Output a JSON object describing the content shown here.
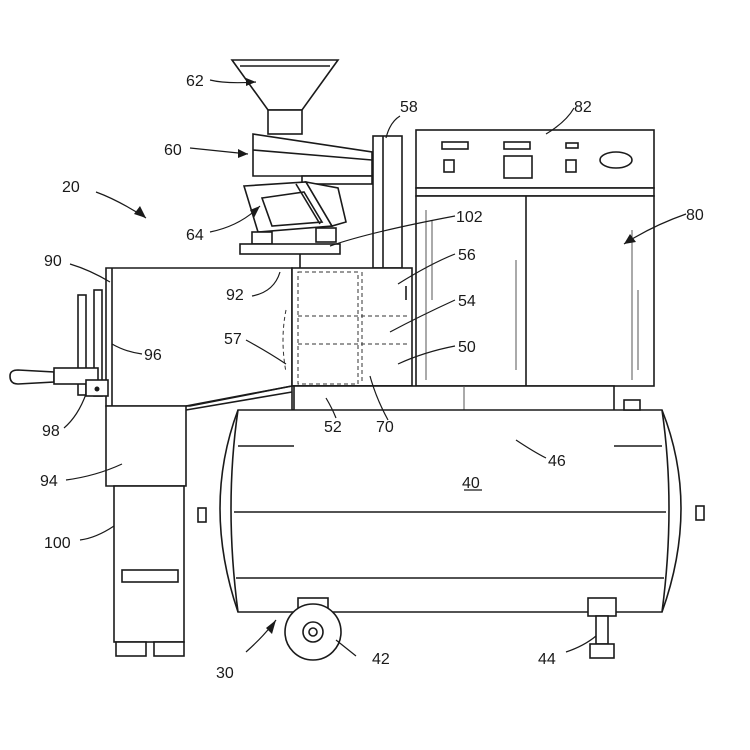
{
  "figure": {
    "labels": {
      "l20": "20",
      "l30": "30",
      "l40": "40",
      "l42": "42",
      "l44": "44",
      "l46": "46",
      "l50": "50",
      "l52": "52",
      "l54": "54",
      "l56": "56",
      "l57": "57",
      "l58": "58",
      "l60": "60",
      "l62": "62",
      "l64": "64",
      "l70": "70",
      "l80": "80",
      "l82": "82",
      "l90": "90",
      "l92": "92",
      "l94": "94",
      "l96": "96",
      "l98": "98",
      "l100": "100",
      "l102": "102"
    }
  }
}
